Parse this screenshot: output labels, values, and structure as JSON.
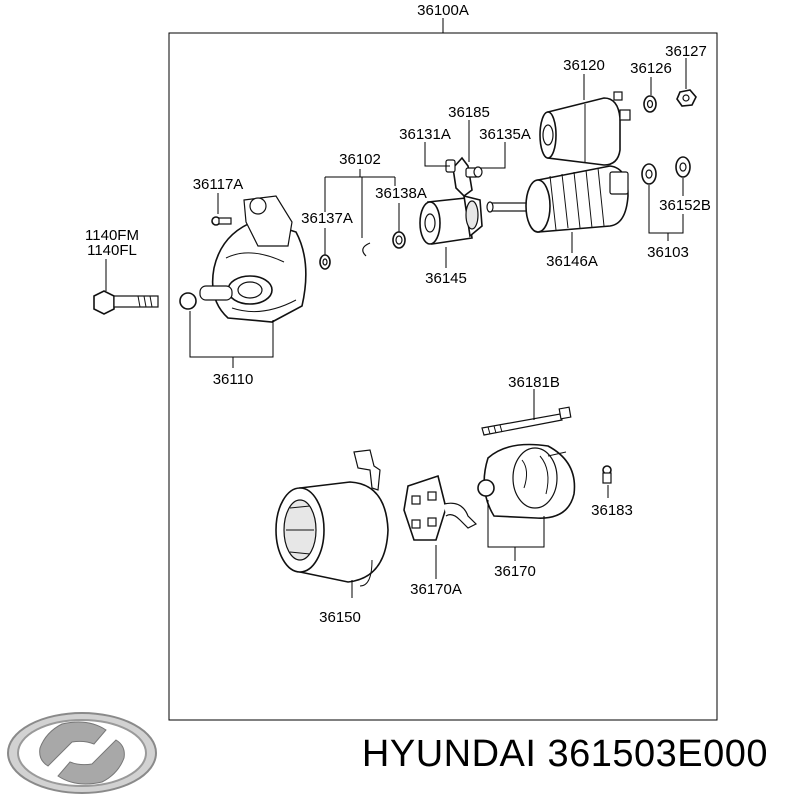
{
  "diagram": {
    "assembly_label": "36100A",
    "part_labels": {
      "p36120": "36120",
      "p36126": "36126",
      "p36127": "36127",
      "p36185": "36185",
      "p36131A": "36131A",
      "p36135A": "36135A",
      "p36102": "36102",
      "p36117A": "36117A",
      "p36138A": "36138A",
      "p36137A": "36137A",
      "p36152B": "36152B",
      "p1140FM": "1140FM",
      "p1140FL": "1140FL",
      "p36145": "36145",
      "p36146A": "36146A",
      "p36103": "36103",
      "p36110": "36110",
      "p36181B": "36181B",
      "p36183": "36183",
      "p36170A": "36170A",
      "p36170": "36170",
      "p36150": "36150"
    }
  },
  "footer": {
    "brand_text": "HYUNDAI 361503E000",
    "logo_icon": "hyundai-logo-icon"
  }
}
